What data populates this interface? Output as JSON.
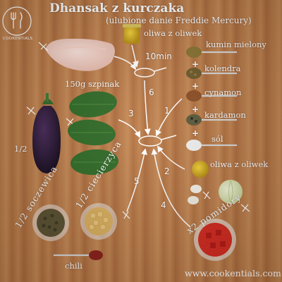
{
  "header": {
    "title": "Dhansak z kurczaka",
    "subtitle": "(ulubione danie Freddie Mercury)"
  },
  "brand": {
    "logo_text": "COOKENTIALS",
    "logo_icon": "fork-and-knife-icon"
  },
  "ingredients": {
    "olive_oil_top": "oliwa z oliwek",
    "cumin": "kumin mielony",
    "coriander": "kolendra",
    "cinnamon": "cynamon",
    "cardamom": "kardamon",
    "salt": "sól",
    "olive_oil_bottom": "oliwa z oliwek",
    "spinach": "150g szpinak",
    "eggplant_amount": "1/2",
    "lentils": "1/2 soczewica",
    "chickpeas": "1/2 ciecierzyca",
    "chili": "chili",
    "tomatoes": "x2 pomidory"
  },
  "steps": {
    "time": "10min",
    "s1": "1",
    "s2": "2",
    "s3": "3",
    "s4": "4",
    "s5": "5",
    "s6": "6"
  },
  "spice_separators": [
    "+",
    "+",
    "+",
    "+"
  ],
  "footer": {
    "website": "www.cookentials.com"
  }
}
